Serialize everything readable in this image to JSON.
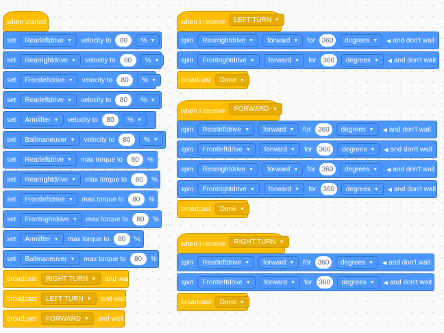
{
  "hat_when_started": "when started",
  "col1": [
    {
      "op": "set",
      "motor": "Rearleftdrive",
      "prop": "velocity to",
      "val": "80",
      "unit": "%"
    },
    {
      "op": "set",
      "motor": "Rearrightdrive",
      "prop": "velocity to",
      "val": "80",
      "unit": "%"
    },
    {
      "op": "set",
      "motor": "Frontleftdrive",
      "prop": "velocity to",
      "val": "80",
      "unit": "%"
    },
    {
      "op": "set",
      "motor": "Rearleftdrive",
      "prop": "velocity to",
      "val": "80",
      "unit": "%"
    },
    {
      "op": "set",
      "motor": "Armlifter",
      "prop": "velocity to",
      "val": "80",
      "unit": "%"
    },
    {
      "op": "set",
      "motor": "Ballmaneuver",
      "prop": "velocity to",
      "val": "80",
      "unit": "%"
    },
    {
      "op": "set",
      "motor": "Rearleftdrive",
      "prop": "max torque to",
      "val": "80",
      "unit": "%"
    },
    {
      "op": "set",
      "motor": "Rearrightdrive",
      "prop": "max torque to",
      "val": "80",
      "unit": "%"
    },
    {
      "op": "set",
      "motor": "Frontleftdrive",
      "prop": "max torque to",
      "val": "80",
      "unit": "%"
    },
    {
      "op": "set",
      "motor": "Frontrightdrive",
      "prop": "max torque to",
      "val": "80",
      "unit": "%"
    },
    {
      "op": "set",
      "motor": "Armlifter",
      "prop": "max torque to",
      "val": "80",
      "unit": "%"
    },
    {
      "op": "set",
      "motor": "Ballmaneuver",
      "prop": "max torque to",
      "val": "80",
      "unit": "%"
    }
  ],
  "col1_broadcasts": [
    {
      "op": "broadcast",
      "msg": "RIGHT TURN",
      "suffix": "and wait"
    },
    {
      "op": "broadcast",
      "msg": "LEFT TURN",
      "suffix": "and wait"
    },
    {
      "op": "broadcast",
      "msg": "FORWARD",
      "suffix": "and wait"
    }
  ],
  "scripts": [
    {
      "hat": "when I receive",
      "msg": "LEFT TURN",
      "spins": [
        {
          "motor": "Rearrightdrive",
          "dir": "forward",
          "val": "360"
        },
        {
          "motor": "Frontrightdrive",
          "dir": "forward",
          "val": "360"
        }
      ],
      "bc": "Done"
    },
    {
      "hat": "when I receive",
      "msg": "FORWARD",
      "spins": [
        {
          "motor": "Rearleftdrive",
          "dir": "forward",
          "val": "360"
        },
        {
          "motor": "Frontleftdrive",
          "dir": "forward",
          "val": "360"
        },
        {
          "motor": "Rearrightdrive",
          "dir": "forward",
          "val": "360"
        },
        {
          "motor": "Frontrightdrive",
          "dir": "forward",
          "val": "360"
        }
      ],
      "bc": "Done"
    },
    {
      "hat": "when I receive",
      "msg": "RIGHT TURN",
      "spins": [
        {
          "motor": "Rearleftdrive",
          "dir": "forward",
          "val": "360"
        },
        {
          "motor": "Frontleftdrive",
          "dir": "forward",
          "val": "360"
        }
      ],
      "bc": "Done"
    }
  ],
  "labels": {
    "spin": "spin",
    "for": "for",
    "degrees": "degrees",
    "nowait": "and don't wait",
    "broadcast": "broadcast"
  },
  "colors": {
    "motion": "#4c97ff",
    "event": "#ffbf00"
  }
}
